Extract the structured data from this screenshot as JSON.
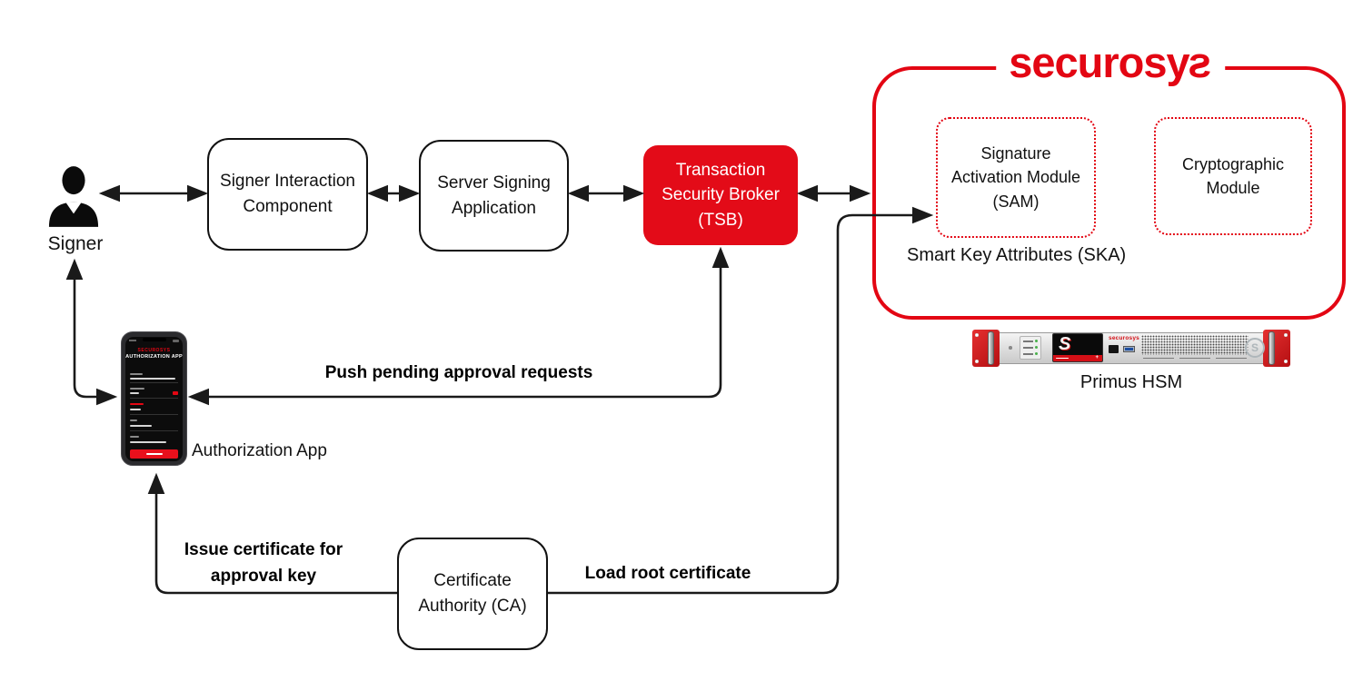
{
  "nodes": {
    "signer": {
      "label": "Signer"
    },
    "signer_interaction": {
      "label": "Signer Interaction Component"
    },
    "server_signing": {
      "label": "Server Signing Application"
    },
    "tsb": {
      "label": "Transaction Security Broker (TSB)"
    },
    "certificate_authority": {
      "label": "Certificate Authority (CA)"
    },
    "authorization_app": {
      "label": "Authorization App"
    },
    "sam": {
      "label": "Signature Activation Module (SAM)"
    },
    "crypto_module": {
      "label": "Cryptographic Module"
    },
    "ska": {
      "label": "Smart Key Attributes (SKA)"
    },
    "primus_hsm": {
      "label": "Primus HSM"
    }
  },
  "edges": {
    "push": "Push pending approval requests",
    "issue_line1": "Issue certificate  for",
    "issue_line2": "approval key",
    "load": "Load root certificate"
  },
  "logo": {
    "main": "securosy",
    "flipped": "s"
  },
  "device": {
    "brand": "securosys",
    "display_letter": "S",
    "cross": "+",
    "badge_letter": "S"
  },
  "phone": {
    "brand": "SECUROSYS",
    "app_title": "AUTHORIZATION APP"
  },
  "colors": {
    "brand_red": "#e30613",
    "tsb_fill": "#e30b18",
    "line": "#1a1a1a"
  }
}
